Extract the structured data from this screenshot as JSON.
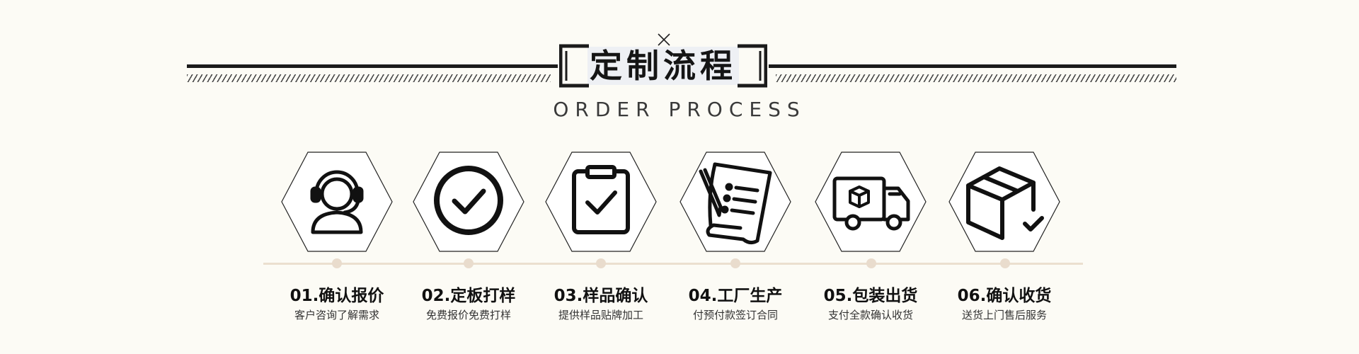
{
  "header": {
    "title": "定制流程",
    "subtitle": "ORDER PROCESS"
  },
  "colors": {
    "background": "#fcfbf5",
    "ink": "#111111",
    "timeline": "#ebdfcf"
  },
  "steps": [
    {
      "title": "01.确认报价",
      "desc": "客户咨询了解需求",
      "icon": "customer-service-icon"
    },
    {
      "title": "02.定板打样",
      "desc": "免费报价免费打样",
      "icon": "check-circle-icon"
    },
    {
      "title": "03.样品确认",
      "desc": "提供样品贴牌加工",
      "icon": "clipboard-check-icon"
    },
    {
      "title": "04.工厂生产",
      "desc": "付预付款签订合同",
      "icon": "contract-signing-icon"
    },
    {
      "title": "05.包装出货",
      "desc": "支付全款确认收货",
      "icon": "delivery-truck-icon"
    },
    {
      "title": "06.确认收货",
      "desc": "送货上门售后服务",
      "icon": "package-received-icon"
    }
  ]
}
